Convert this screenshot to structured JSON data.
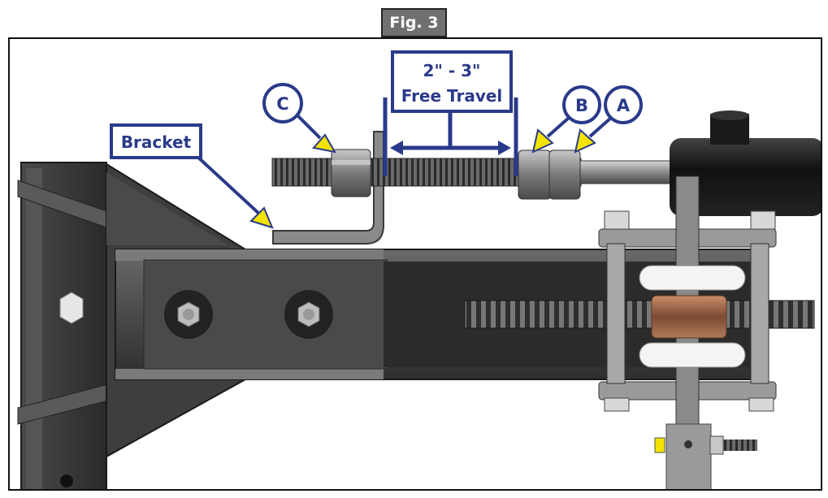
{
  "figure": {
    "tab_label": "Fig. 3"
  },
  "callouts": {
    "bracket": "Bracket",
    "travel_line1": "2\" - 3\"",
    "travel_line2": "Free Travel",
    "c": "C",
    "b": "B",
    "a": "A"
  },
  "colors": {
    "callout_blue": "#2a3a8a",
    "arrow_yellow": "#f2e300",
    "steel_dark": "#3a3a3a",
    "frame_border": "#111111"
  }
}
